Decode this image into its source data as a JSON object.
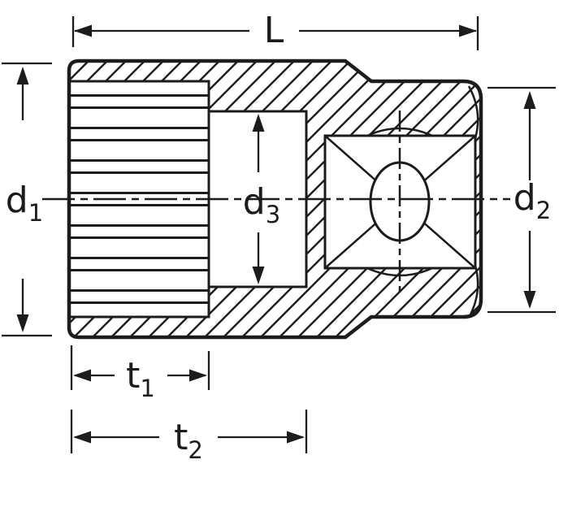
{
  "diagram": {
    "description": "socket cross-section dimension drawing",
    "colors": {
      "line": "#1c1c1c",
      "background": "#ffffff"
    },
    "labels": {
      "L": {
        "base": "L",
        "sub": ""
      },
      "d1": {
        "base": "d",
        "sub": "1"
      },
      "d2": {
        "base": "d",
        "sub": "2"
      },
      "d3": {
        "base": "d",
        "sub": "3"
      },
      "t1": {
        "base": "t",
        "sub": "1"
      },
      "t2": {
        "base": "t",
        "sub": "2"
      }
    }
  }
}
